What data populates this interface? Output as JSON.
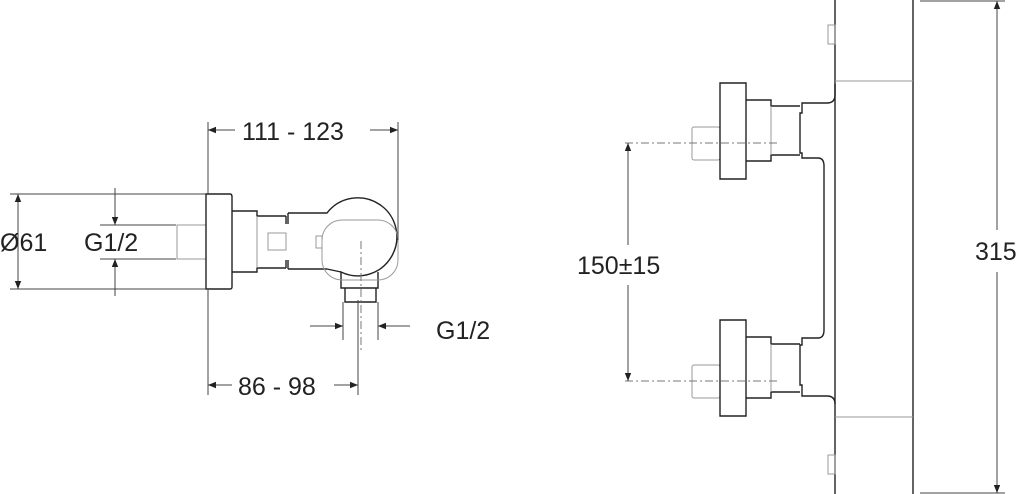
{
  "side_view": {
    "width_range": "111 - 123",
    "depth_range": "86 - 98",
    "flange_diameter": "Ø61",
    "inlet_thread": "G1/2",
    "outlet_thread": "G1/2"
  },
  "front_view": {
    "inlet_spacing": "150±15",
    "height": "315"
  }
}
